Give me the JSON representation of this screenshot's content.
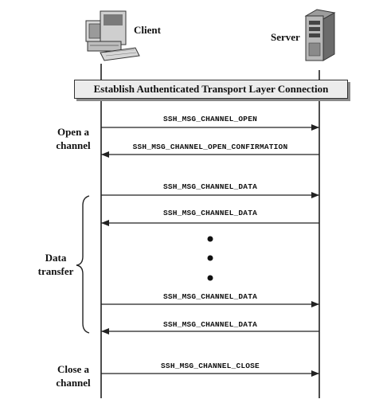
{
  "actors": {
    "client": "Client",
    "server": "Server"
  },
  "banner": "Establish Authenticated Transport Layer Connection",
  "phases": {
    "open": "Open a\nchannel",
    "data": "Data\ntransfer",
    "close": "Close a\nchannel"
  },
  "messages": [
    {
      "label": "SSH_MSG_CHANNEL_OPEN",
      "direction": "client-to-server"
    },
    {
      "label": "SSH_MSG_CHANNEL_OPEN_CONFIRMATION",
      "direction": "server-to-client"
    },
    {
      "label": "SSH_MSG_CHANNEL_DATA",
      "direction": "client-to-server"
    },
    {
      "label": "SSH_MSG_CHANNEL_DATA",
      "direction": "server-to-client"
    },
    {
      "label": "SSH_MSG_CHANNEL_DATA",
      "direction": "client-to-server"
    },
    {
      "label": "SSH_MSG_CHANNEL_DATA",
      "direction": "server-to-client"
    },
    {
      "label": "SSH_MSG_CHANNEL_CLOSE",
      "direction": "client-to-server"
    }
  ],
  "icons": {
    "client": "desktop-computer-icon",
    "server": "server-tower-icon"
  },
  "colors": {
    "line": "#222222",
    "banner_fill": "#ececec",
    "shadow": "#8a8a8a"
  }
}
